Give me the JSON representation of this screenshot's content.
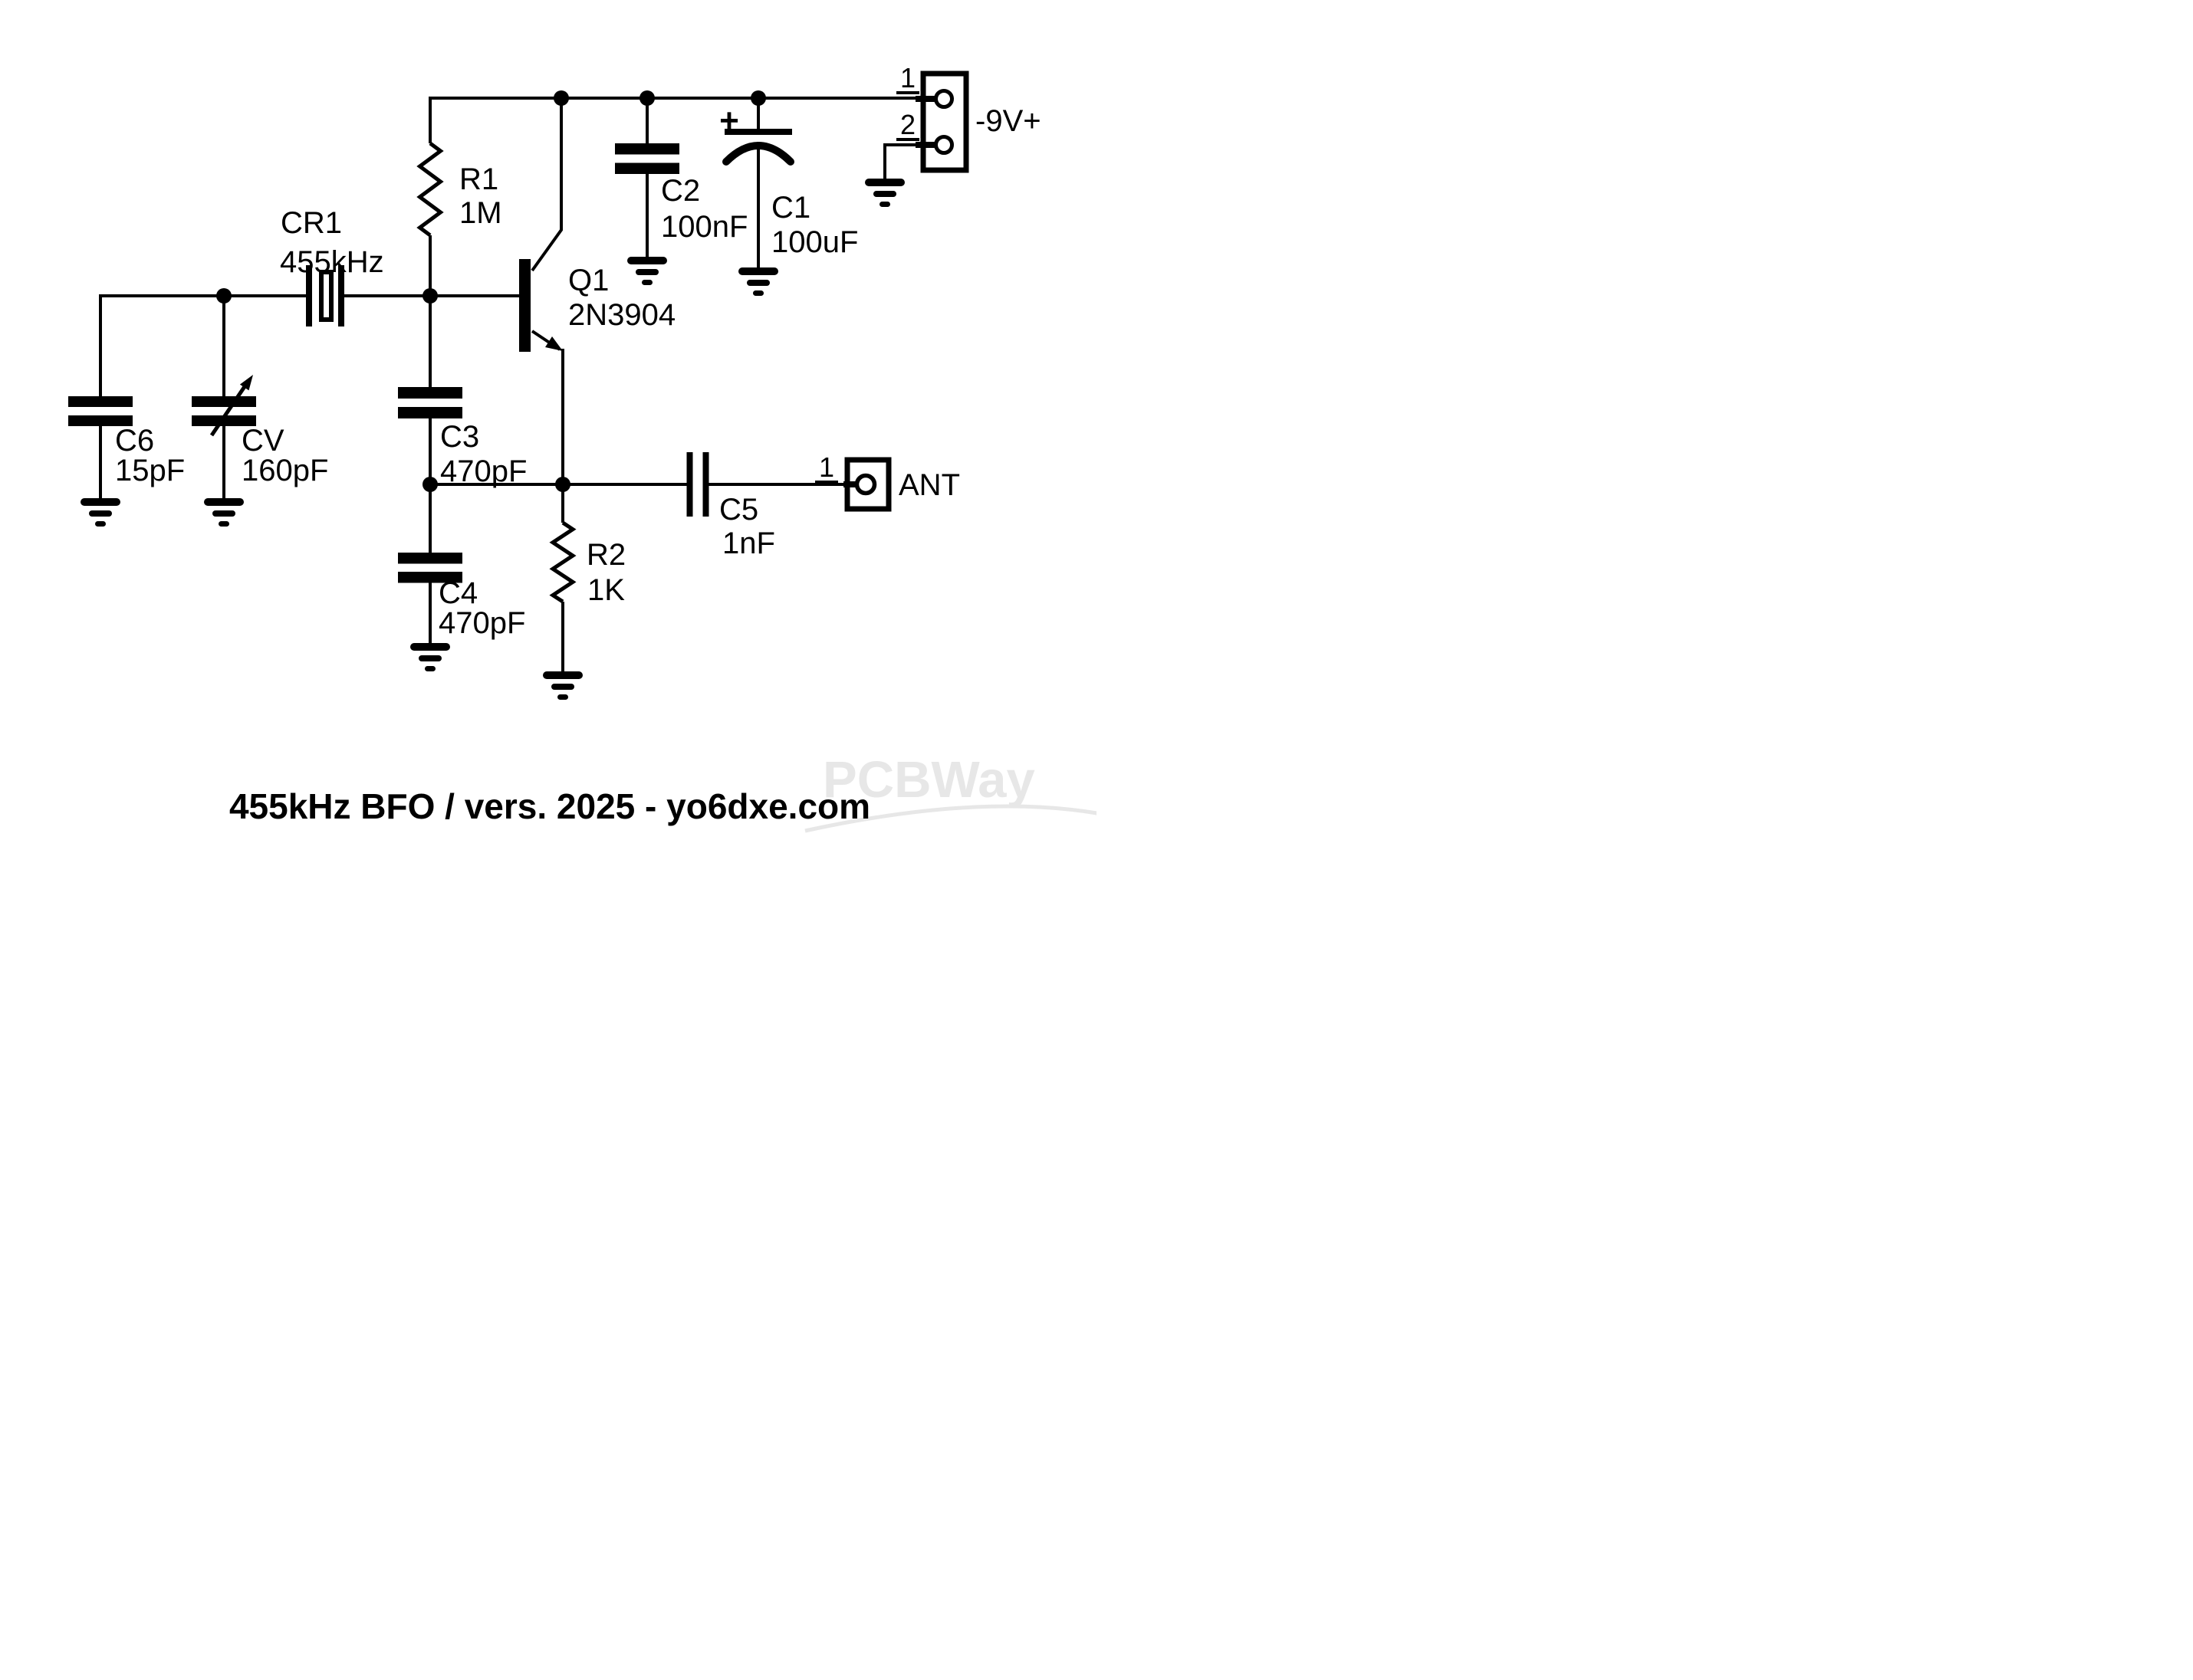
{
  "schematic": {
    "title": "455kHz BFO / vers. 2025 - yo6dxe.com",
    "watermark": "PCBWay",
    "power_connector": {
      "pin1": "1",
      "pin2": "2",
      "label": "-9V+"
    },
    "antenna_connector": {
      "pin1": "1",
      "label": "ANT"
    },
    "components": {
      "r1": {
        "ref": "R1",
        "value": "1M"
      },
      "r2": {
        "ref": "R2",
        "value": "1K"
      },
      "c1": {
        "ref": "C1",
        "value": "100uF",
        "polarity": "+"
      },
      "c2": {
        "ref": "C2",
        "value": "100nF"
      },
      "c3": {
        "ref": "C3",
        "value": "470pF"
      },
      "c4": {
        "ref": "C4",
        "value": "470pF"
      },
      "c5": {
        "ref": "C5",
        "value": "1nF"
      },
      "c6": {
        "ref": "C6",
        "value": "15pF"
      },
      "cv": {
        "ref": "CV",
        "value": "160pF"
      },
      "cr1": {
        "ref": "CR1",
        "value": "455kHz"
      },
      "q1": {
        "ref": "Q1",
        "value": "2N3904"
      }
    }
  }
}
